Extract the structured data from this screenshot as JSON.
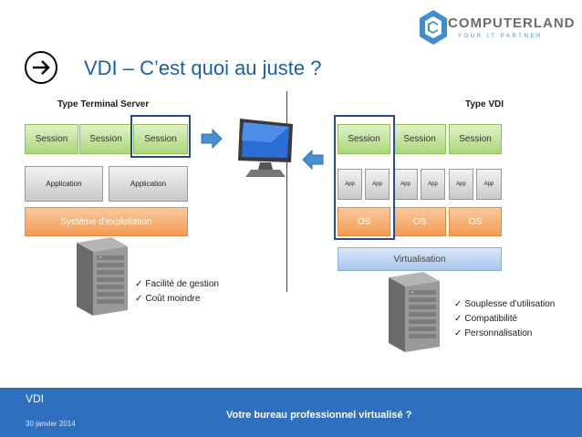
{
  "title": "VDI – C’est quoi au juste ?",
  "logo": {
    "name": "COMPUTERLAND",
    "tagline": "YOUR IT PARTNER"
  },
  "left": {
    "header": "Type Terminal Server",
    "sessions": [
      "Session",
      "Session",
      "Session"
    ],
    "applications": [
      "Application",
      "Application"
    ],
    "os": "Système d’exploitation",
    "benefits": [
      "Facilité de gestion",
      "Coût moindre"
    ]
  },
  "right": {
    "header": "Type VDI",
    "sessions": [
      "Session",
      "Session",
      "Session"
    ],
    "apps": [
      "App",
      "App",
      "App",
      "App",
      "App",
      "App"
    ],
    "os": [
      "OS",
      "OS",
      "OS"
    ],
    "virtualisation": "Virtualisation",
    "benefits": [
      "Souplesse d’utilisation",
      "Compatibilité",
      "Personnalisation"
    ]
  },
  "footer": {
    "title": "VDI",
    "date": "30 janvier 2014",
    "center": "Votre bureau professionnel virtualisé ?"
  },
  "colors": {
    "title": "#1a5fa8",
    "session": "#a9d877",
    "os": "#f39b55",
    "virtualisation": "#a8c6ec",
    "footer": "#2e6fbf",
    "arrow": "#4a8fd4"
  }
}
